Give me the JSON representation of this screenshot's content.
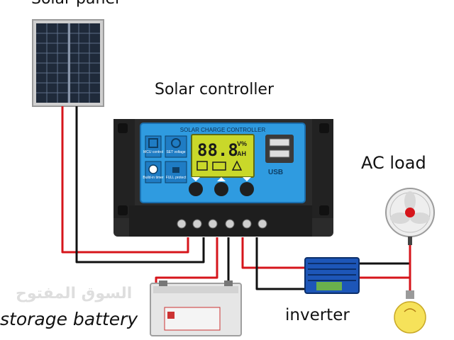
{
  "labels": {
    "top_cut": "Solar panel",
    "controller": "Solar controller",
    "ac_load": "AC load",
    "battery": "storage battery",
    "inverter": "inverter"
  },
  "controller": {
    "title": "SOLAR CHARGE CONTROLLER",
    "lcd_digits": "88.8",
    "lcd_units_top": "V%",
    "lcd_units_bottom": "AH",
    "icon_mcu": "MCU control",
    "icon_set": "SET voltage",
    "icon_timer": "Build-in timer",
    "icon_protect": "FULL protect",
    "usb": "USB"
  },
  "watermark": "السوق المفتوح",
  "colors": {
    "panel_frame": "#c9c9c9",
    "panel_cells": "#1f2a3a",
    "controller_body": "#2c2c2c",
    "controller_face": "#2f9be0",
    "lcd": "#c9d82a",
    "wire_red": "#d6151b",
    "wire_black": "#111111",
    "inverter_blue": "#1d56b8",
    "battery_white": "#e6e6e6",
    "bulb_yellow": "#f6e25a"
  }
}
